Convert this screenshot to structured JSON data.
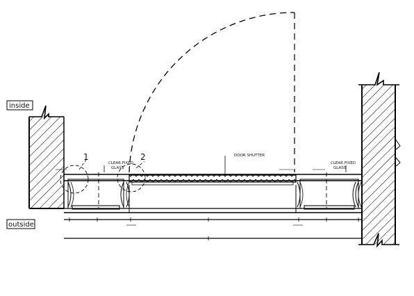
{
  "labels": {
    "inside": "inside",
    "outside": "outside",
    "door_shutter": "DOOR SHUTTER",
    "glass_left_line1": "CLEAR FIXED",
    "glass_left_line2": "GLASS",
    "glass_right_line1": "CLEAR FIXED",
    "glass_right_line2": "GLASS",
    "detail_1": "1",
    "detail_2": "2"
  },
  "colors": {
    "line": "#000000",
    "background": "#ffffff"
  }
}
